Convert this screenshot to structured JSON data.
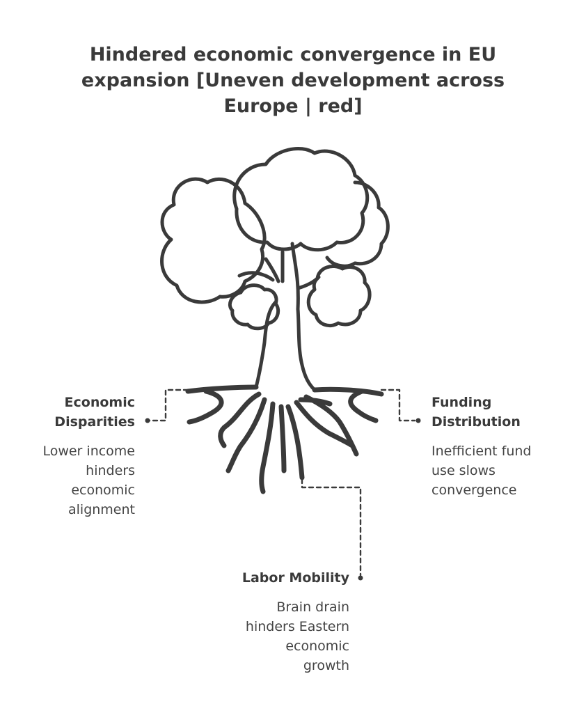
{
  "title": {
    "line1": "Hindered economic convergence in EU",
    "line2": "expansion [Uneven development across",
    "line3": "Europe | red]"
  },
  "icons": {
    "tree": "tree-with-roots-icon"
  },
  "colors": {
    "stroke": "#3a3a3a",
    "background": "#ffffff"
  },
  "nodes": {
    "economic_disparities": {
      "label_line1": "Economic",
      "label_line2": "Disparities",
      "desc_line1": "Lower income",
      "desc_line2": "hinders",
      "desc_line3": "economic",
      "desc_line4": "alignment"
    },
    "funding_distribution": {
      "label_line1": "Funding",
      "label_line2": "Distribution",
      "desc_line1": "Inefficient fund",
      "desc_line2": "use slows",
      "desc_line3": "convergence"
    },
    "labor_mobility": {
      "label": "Labor Mobility",
      "desc_line1": "Brain drain",
      "desc_line2": "hinders Eastern",
      "desc_line3": "economic",
      "desc_line4": "growth"
    }
  }
}
